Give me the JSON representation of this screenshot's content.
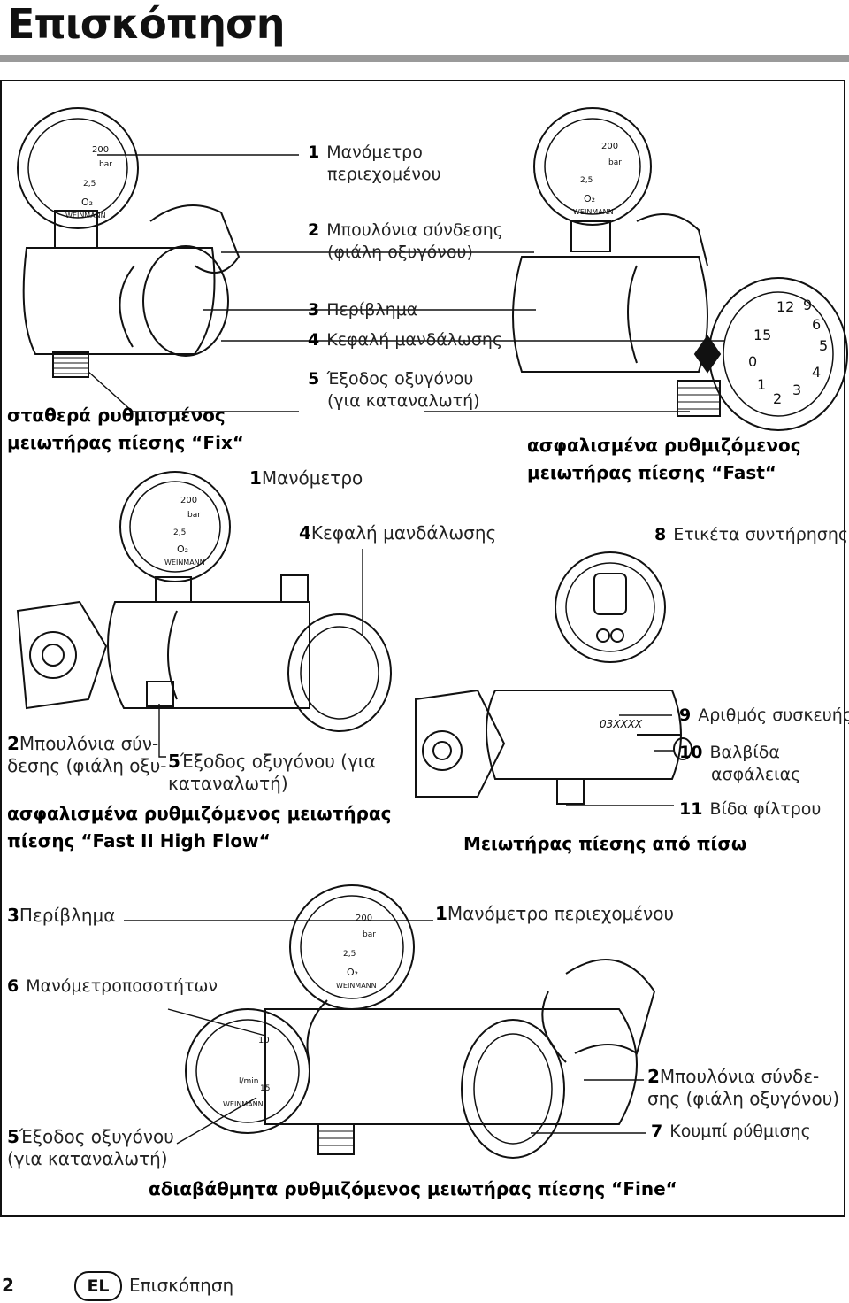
{
  "page_title": "Επισκόπηση",
  "top_labels": [
    {
      "num": "1",
      "text": "Μανόμετρο",
      "text2": "περιεχομένου"
    },
    {
      "num": "2",
      "text": "Μπουλόνια σύνδεσης",
      "text2": "(φιάλη οξυγόνου)"
    },
    {
      "num": "3",
      "text": "Περίβλημα",
      "text2": ""
    },
    {
      "num": "4",
      "text": "Κεφαλή μανδάλωσης",
      "text2": ""
    },
    {
      "num": "5",
      "text": "Έξοδος οξυγόνου",
      "text2": "(για καταναλωτή)"
    }
  ],
  "caption_fix": [
    "σταθερά ρυθμισμένος",
    "μειωτήρας πίεσης “Fix“"
  ],
  "caption_fast": [
    "ασφαλισμένα ρυθμιζόμενος",
    "μειωτήρας πίεσης “Fast“"
  ],
  "mid_labels": {
    "l1": {
      "num": "1",
      "text": "Μανόμετρο"
    },
    "l4": {
      "num": "4",
      "text": "Κεφαλή μανδάλωσης"
    },
    "l8": {
      "num": "8",
      "text": "Ετικέτα συντήρησης"
    },
    "l2": {
      "num": "2",
      "text": "Μπουλόνια σύν-",
      "text2": "δεσης (φιάλη οξυ-"
    },
    "l5": {
      "num": "5",
      "text": "Έξοδος οξυγόνου (για",
      "text2": "καταναλωτή)"
    },
    "l9": {
      "num": "9",
      "text": "Αριθμός συσκευής"
    },
    "l10": {
      "num": "10",
      "text": "Βαλβίδα",
      "text2": "ασφάλειας"
    },
    "l11": {
      "num": "11",
      "text": "Βίδα φίλτρου"
    }
  },
  "caption_fast2": [
    "ασφαλισμένα ρυθμιζόμενος μειωτήρας",
    "πίεσης “Fast II High Flow“"
  ],
  "caption_back": "Μειωτήρας πίεσης από πίσω",
  "bottom_labels": {
    "l3": {
      "num": "3",
      "text": "Περίβλημα"
    },
    "l1": {
      "num": "1",
      "text": "Μανόμετρο περιεχομένου"
    },
    "l6": {
      "num": "6",
      "text": "Μανόμετροποσοτήτων"
    },
    "l2": {
      "num": "2",
      "text": "Μπουλόνια σύνδε-",
      "text2": "σης (φιάλη οξυγόνου)"
    },
    "l7": {
      "num": "7",
      "text": "Κουμπί ρύθμισης"
    },
    "l5": {
      "num": "5",
      "text": "Έξοδος οξυγόνου",
      "text2": "(για καταναλωτή)"
    }
  },
  "caption_fine": "αδιαβάθμητα ρυθμιζόμενος μειωτήρας πίεσης “Fine“",
  "device_marks": {
    "gauge_max": "200",
    "gauge_unit": "bar",
    "gauge_range": "2,5",
    "gas": "O₂",
    "brand": "WEINMANN",
    "serial": "03XXXX",
    "flow_unit": "l/min",
    "flow_max": "10",
    "flow_mid": "15",
    "dial_numbers": [
      "12",
      "9",
      "6",
      "5",
      "4",
      "3",
      "2",
      "1",
      "0",
      "15"
    ]
  },
  "footer": {
    "page_number": "2",
    "lang_badge": "EL",
    "section": "Επισκόπηση"
  }
}
